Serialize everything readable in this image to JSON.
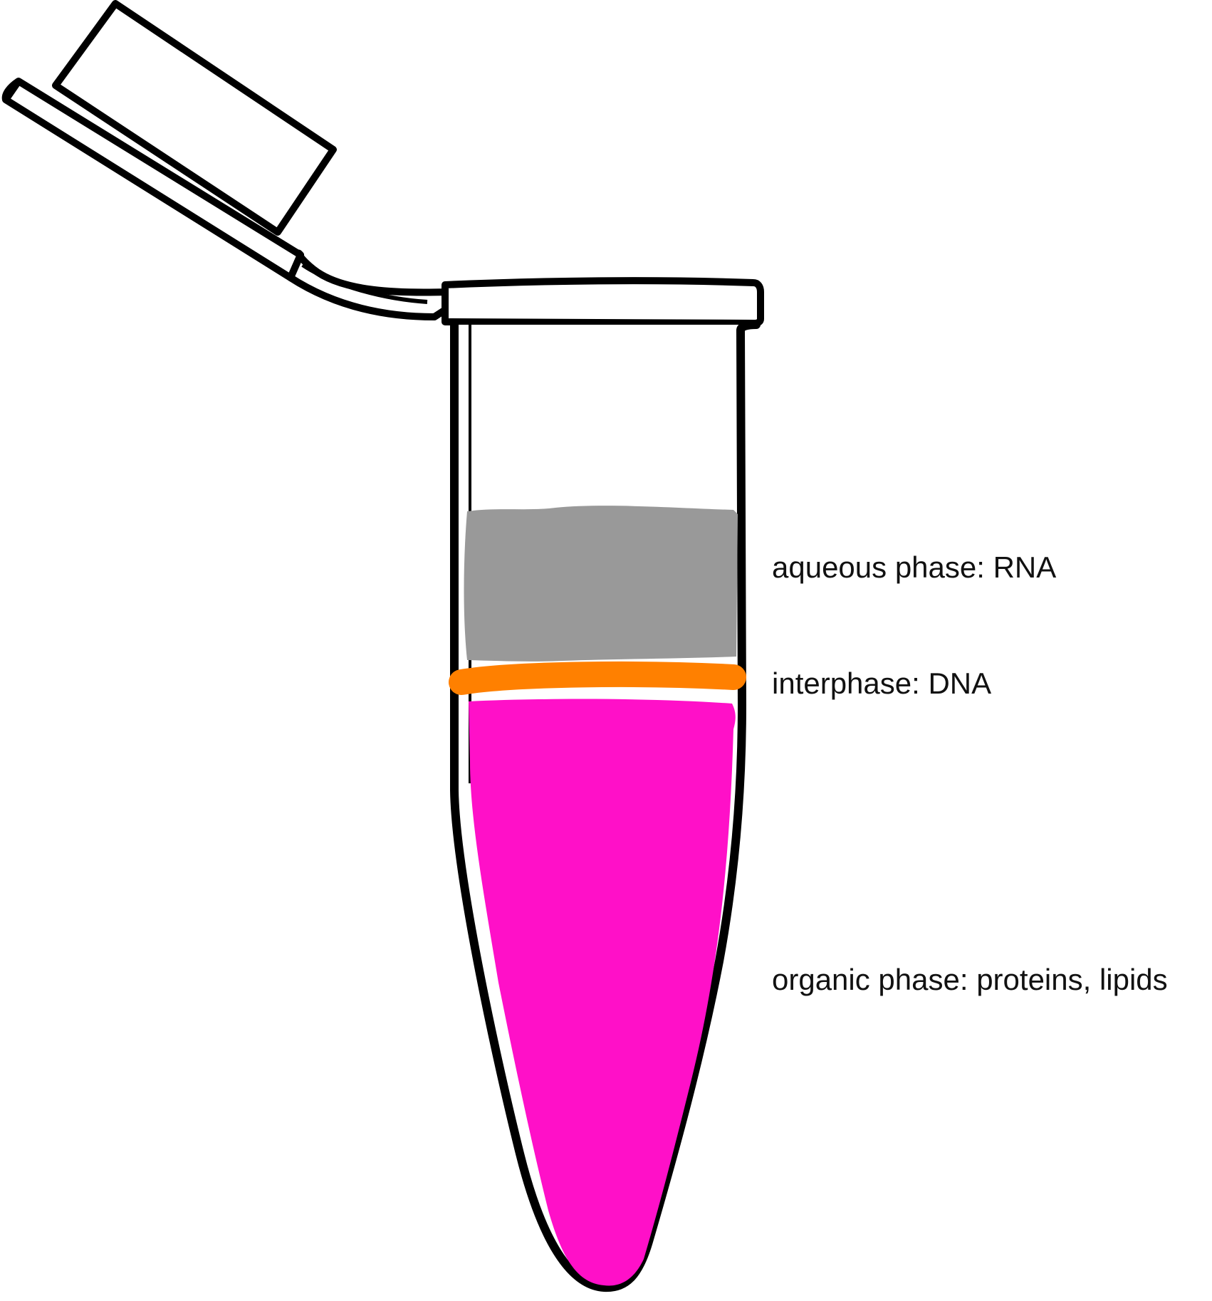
{
  "labels": {
    "aqueous": "aqueous phase: RNA",
    "interphase": "interphase: DNA",
    "organic": "organic phase: proteins, lipids"
  },
  "colors": {
    "background": "#ffffff",
    "outline": "#000000",
    "aqueous_phase": "#999999",
    "interphase": "#ff8000",
    "organic_phase": "#ff10c8",
    "text": "#111111"
  },
  "icons": {
    "tube": "microcentrifuge-tube-icon",
    "lid": "tube-lid-icon"
  }
}
